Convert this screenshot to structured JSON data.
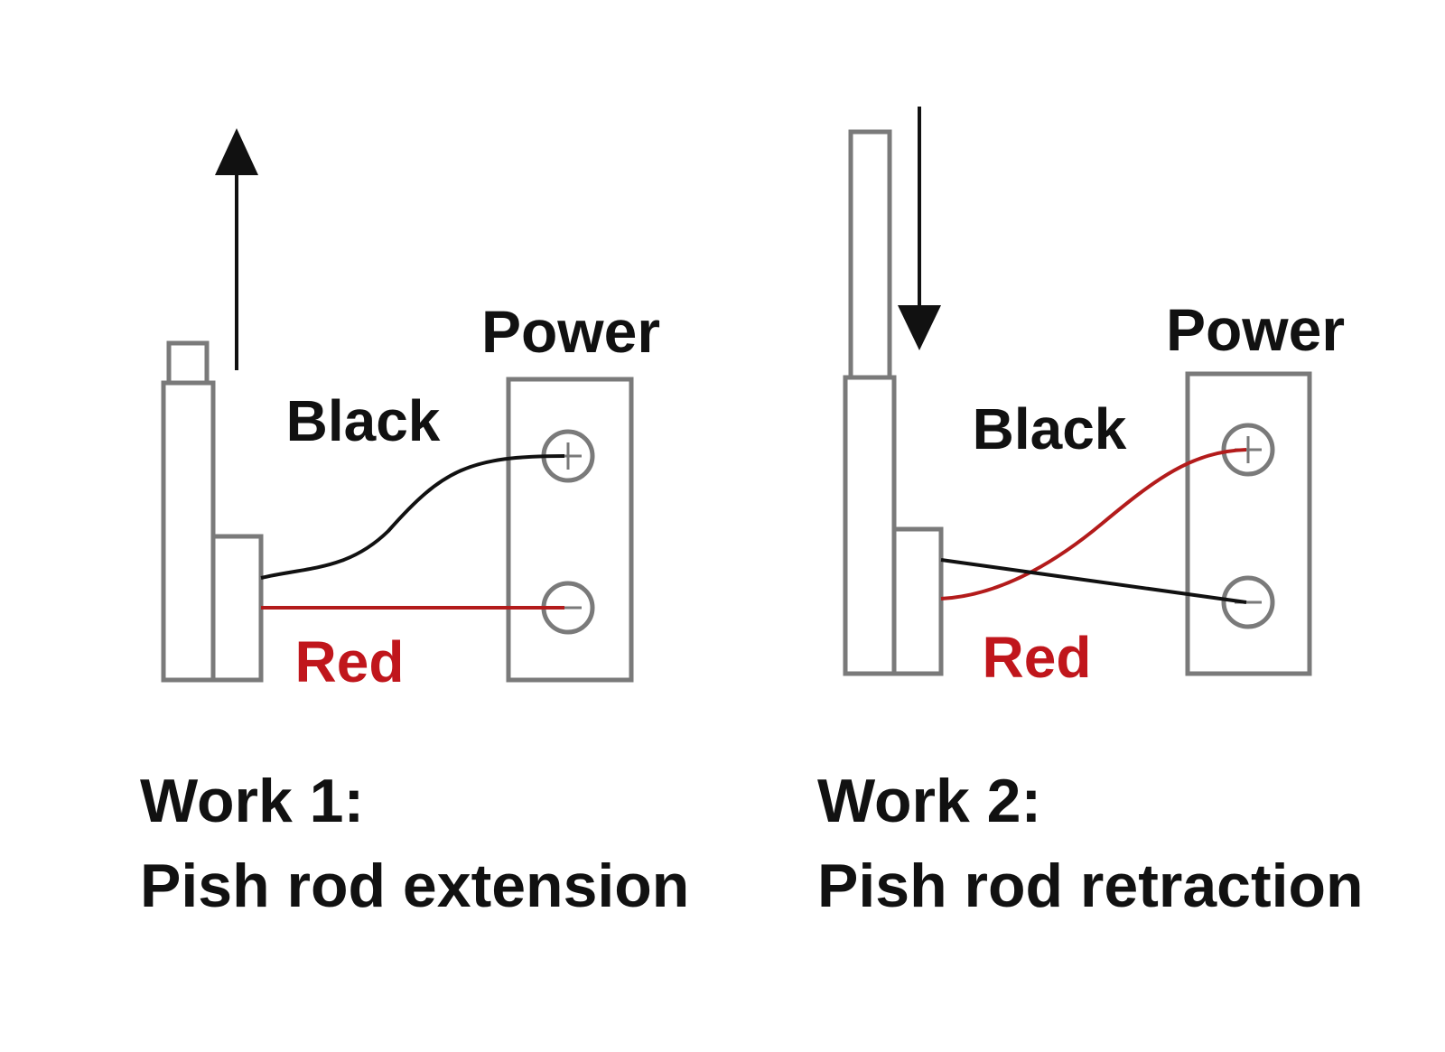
{
  "colors": {
    "outline": "#7a7a7a",
    "black_wire": "#111111",
    "red_wire": "#b31b1b",
    "text": "#111111",
    "red_text": "#c0161c"
  },
  "panels": [
    {
      "direction": "up",
      "power_label": "Power",
      "black_label": "Black",
      "red_label": "Red",
      "caption_line1": "Work 1:",
      "caption_line2": "Pish rod extension"
    },
    {
      "direction": "down",
      "power_label": "Power",
      "black_label": "Black",
      "red_label": "Red",
      "caption_line1": "Work 2:",
      "caption_line2": "Pish rod retraction"
    }
  ]
}
